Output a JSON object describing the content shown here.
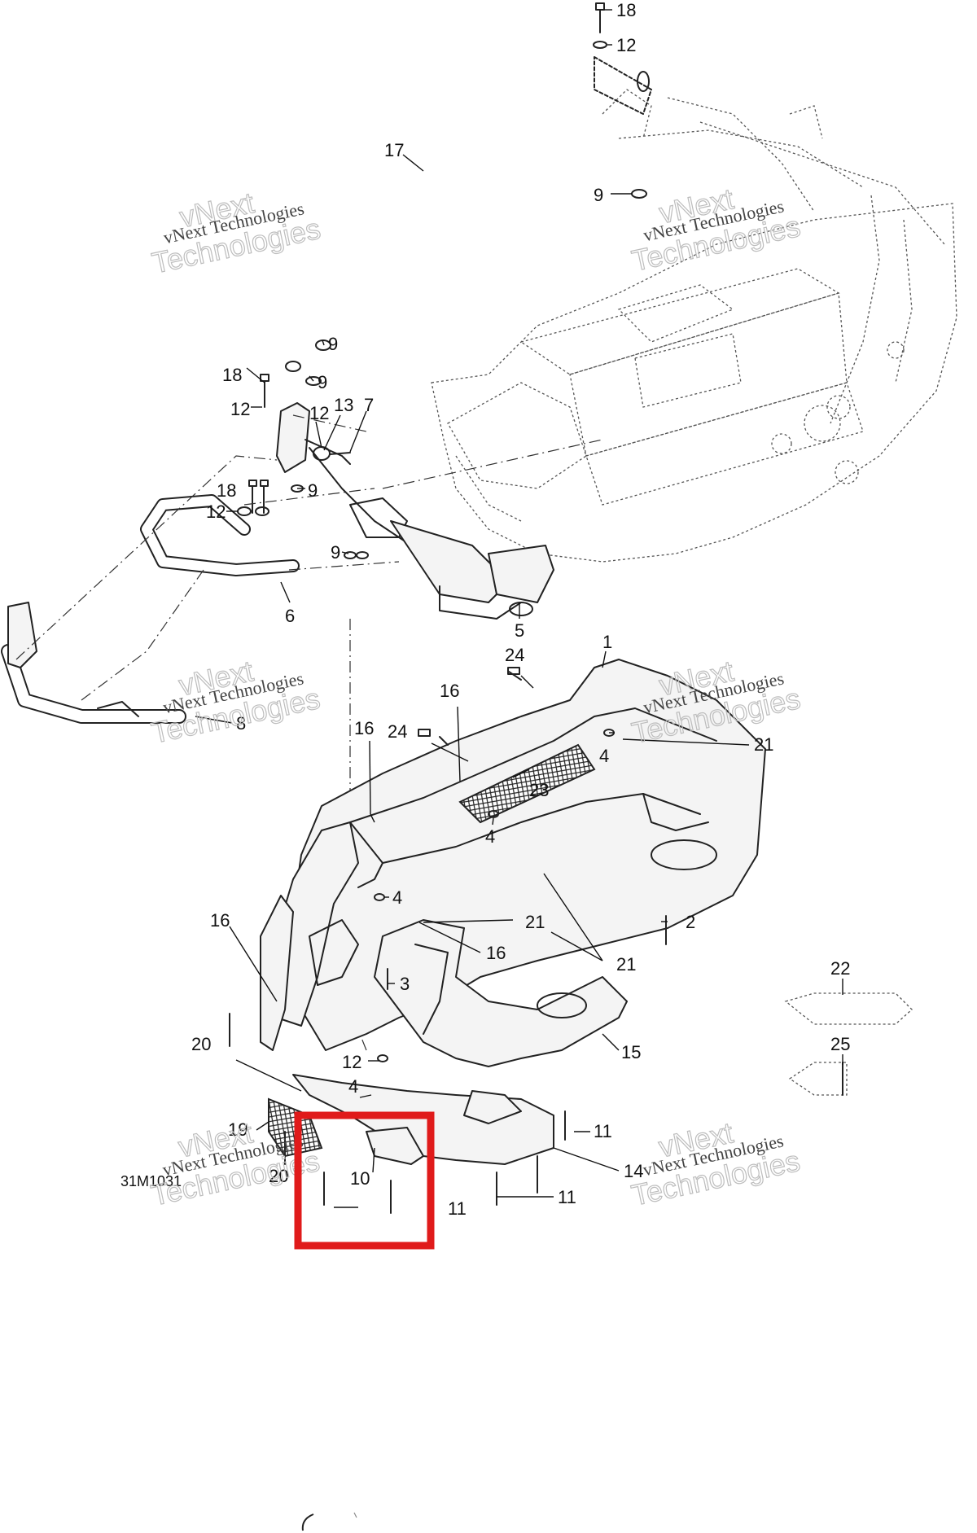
{
  "diagram": {
    "code": "31M1031",
    "watermark": {
      "line1": "vNext",
      "line2": "vNext Technologies",
      "line3": "Technologies"
    },
    "callouts": [
      "1",
      "2",
      "3",
      "4",
      "5",
      "6",
      "7",
      "8",
      "9",
      "10",
      "11",
      "12",
      "13",
      "14",
      "15",
      "16",
      "17",
      "18",
      "19",
      "20",
      "21",
      "22",
      "23",
      "24",
      "25"
    ],
    "highlight_color": "#e01b1b",
    "line_color": "#222222"
  }
}
